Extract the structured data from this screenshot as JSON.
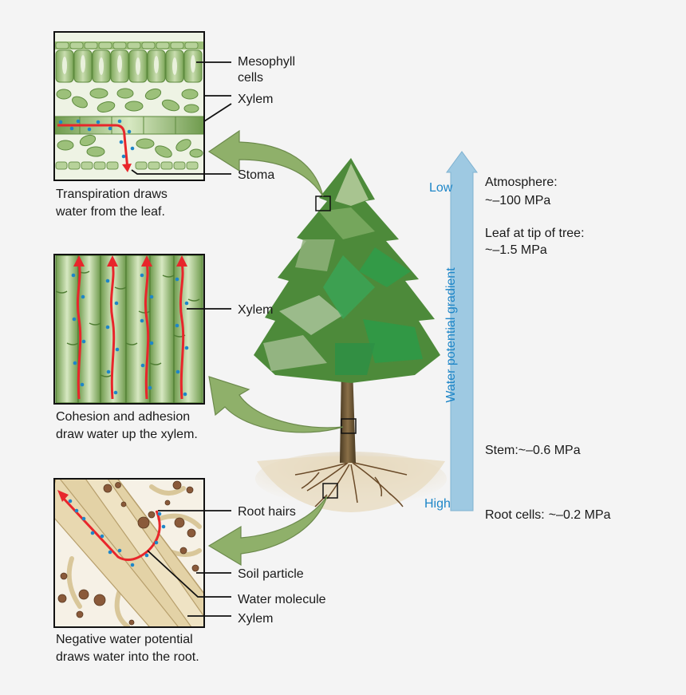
{
  "panels": {
    "leaf": {
      "caption": [
        "Transpiration draws",
        "water from the leaf."
      ],
      "labels": {
        "mesophyll": [
          "Mesophyll",
          "cells"
        ],
        "xylem": "Xylem",
        "stoma": "Stoma"
      }
    },
    "stem": {
      "caption": [
        "Cohesion and adhesion",
        "draw water up the xylem."
      ],
      "labels": {
        "xylem": "Xylem"
      }
    },
    "root": {
      "caption": [
        "Negative water potential",
        "draws water into the root."
      ],
      "labels": {
        "root_hairs": "Root hairs",
        "soil_particle": "Soil particle",
        "water_molecule": "Water molecule",
        "xylem": "Xylem"
      }
    }
  },
  "gradient": {
    "axis_label": "Water potential gradient",
    "low": "Low",
    "high": "High",
    "levels": [
      {
        "name": "Atmosphere:",
        "value": "~–100 MPa"
      },
      {
        "name": "Leaf at tip of tree:",
        "value": "~–1.5 MPa"
      },
      {
        "name": "Stem:",
        "value": "~–0.6 MPa"
      },
      {
        "name": "Root cells:",
        "value": "~–0.2 MPa"
      }
    ]
  },
  "colors": {
    "background": "#f4f4f4",
    "water_path": "#e8262b",
    "water_molecule": "#1e86c8",
    "gradient_arrow": "#9ec9e2",
    "callout_arrow": "#8fb06a",
    "cell_green": "#8fb36a",
    "root_tan": "#e3d2a6",
    "soil_brown": "#8a5a3a"
  }
}
